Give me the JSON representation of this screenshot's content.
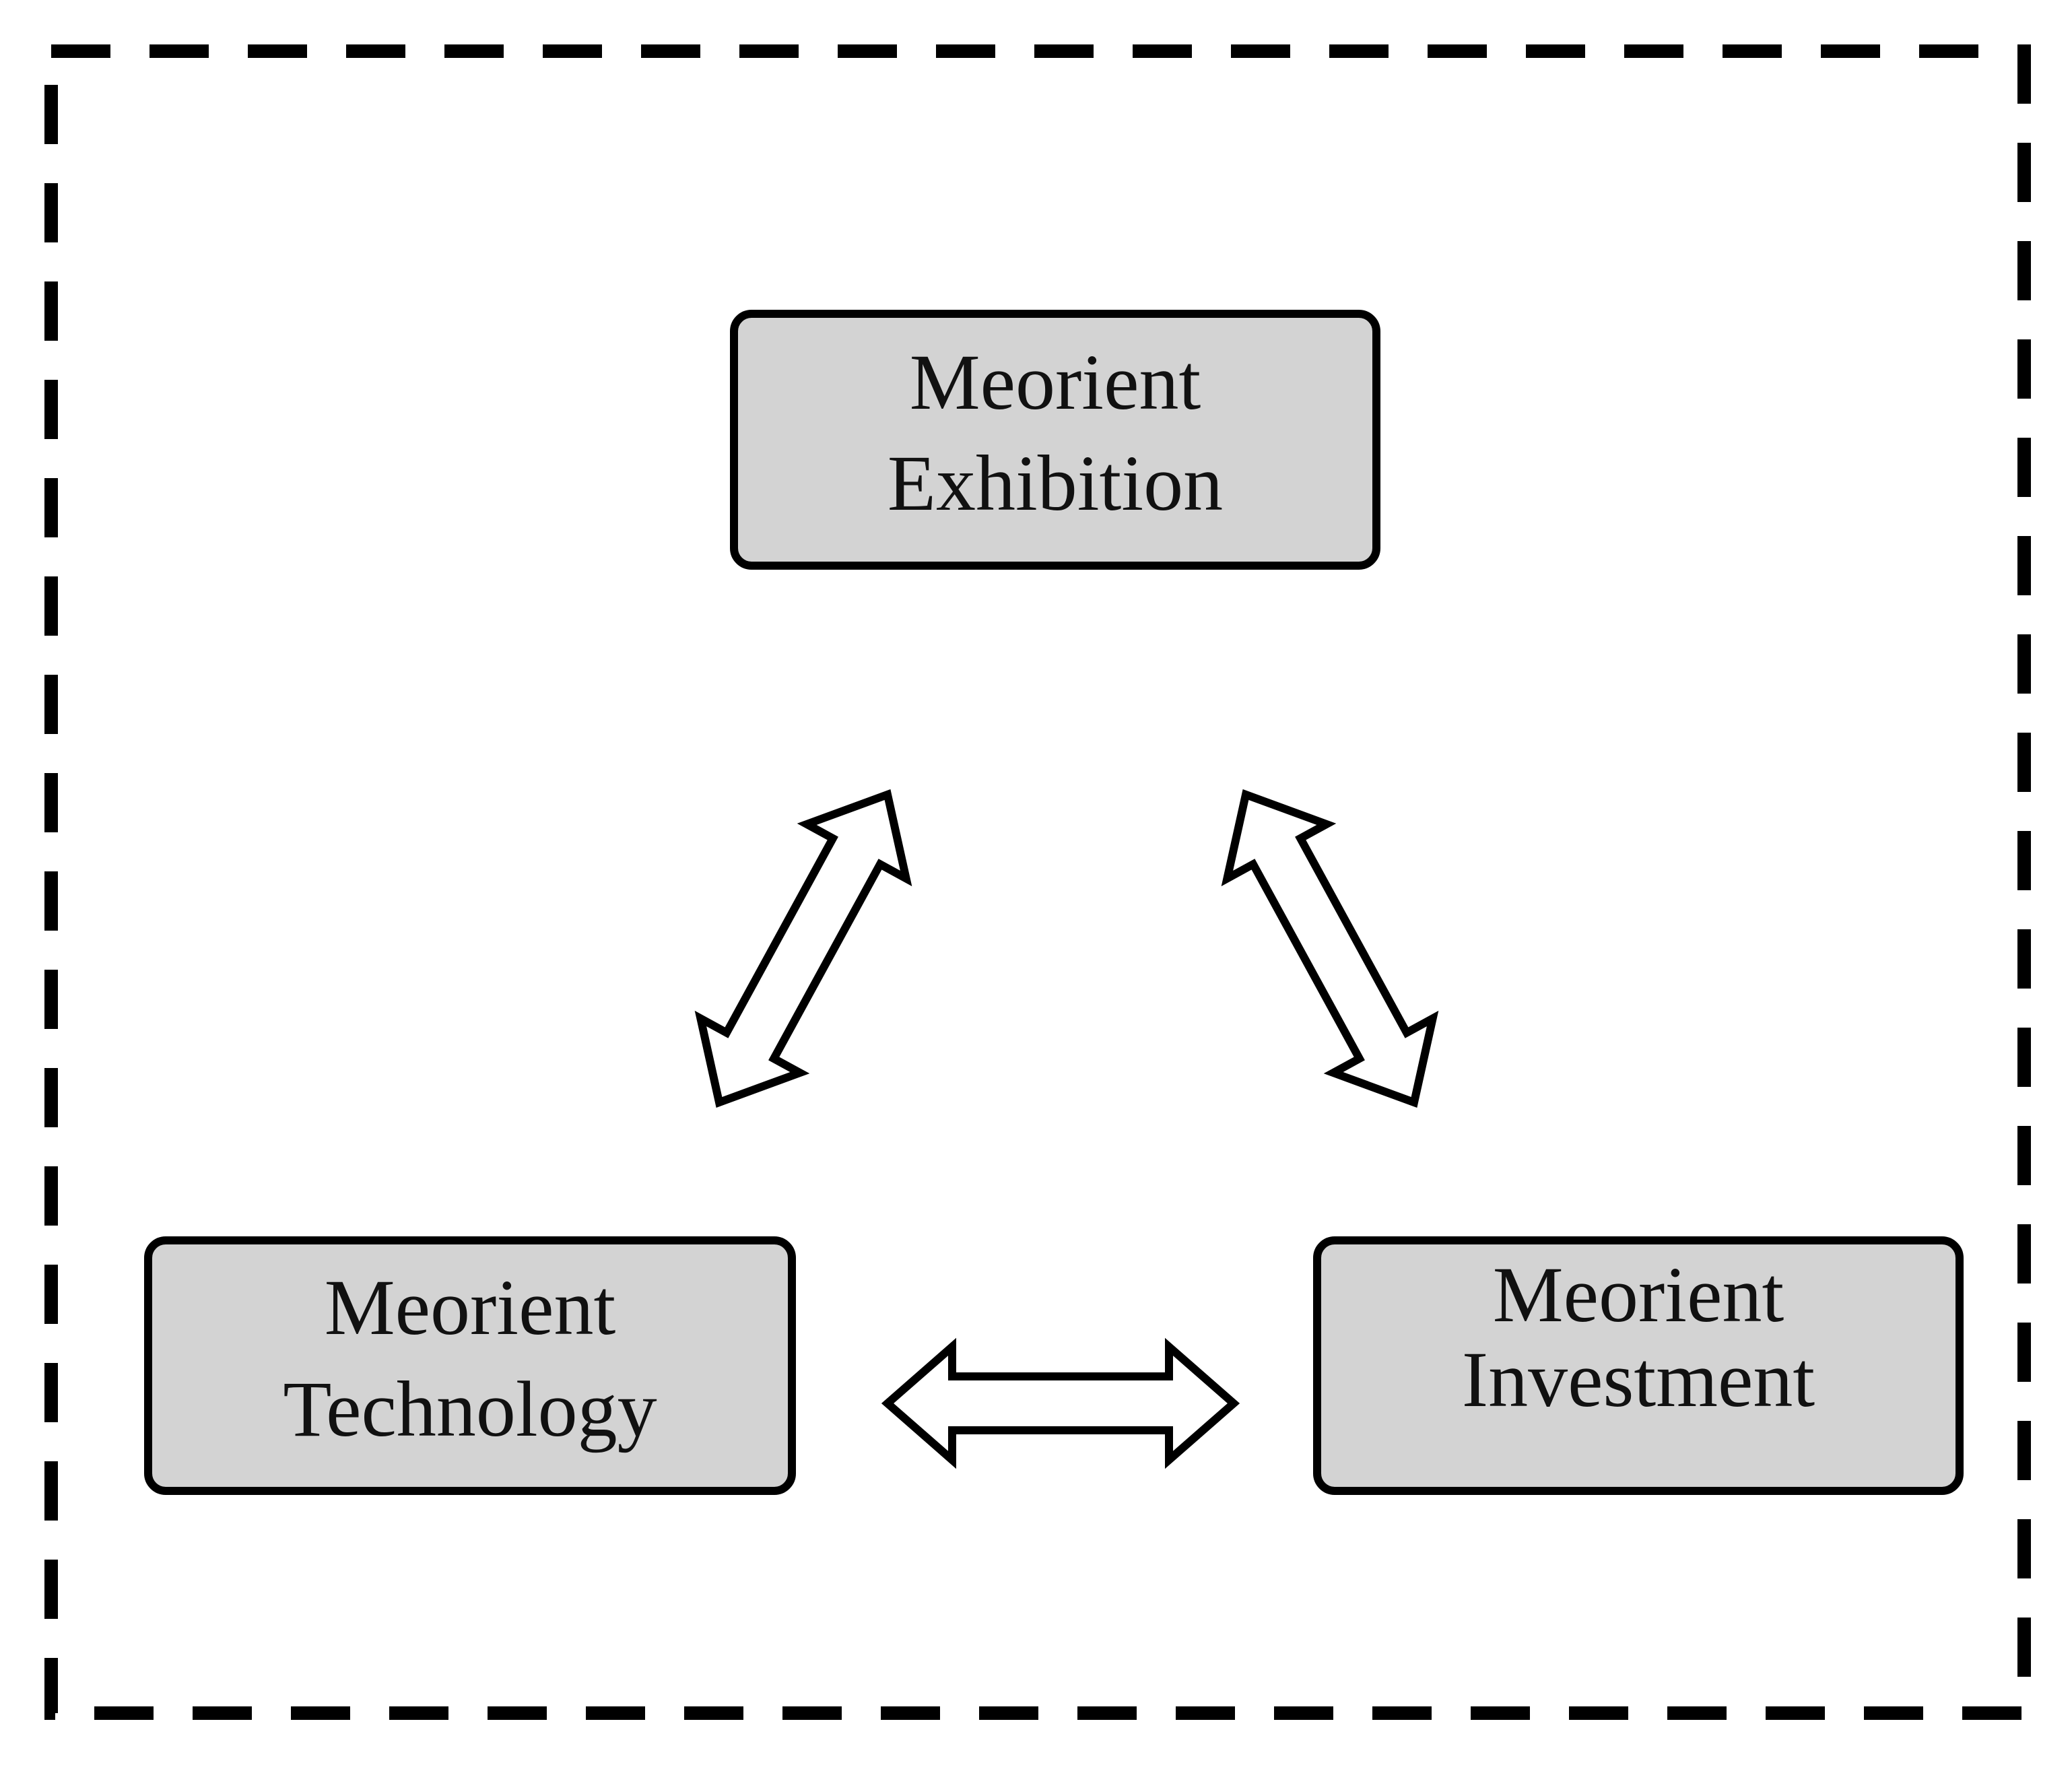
{
  "colors": {
    "box_fill": "#d3d3d3",
    "stroke": "#000000",
    "text": "#111111",
    "background": "#ffffff"
  },
  "nodes": {
    "exhibition": {
      "line1": "Meorient",
      "line2": "Exhibition"
    },
    "technology": {
      "line1": "Meorient",
      "line2": "Technology"
    },
    "investment": {
      "line1": "Meorient",
      "line2": "Investment"
    }
  },
  "connections": [
    {
      "from": "exhibition",
      "to": "technology",
      "direction": "bidirectional"
    },
    {
      "from": "exhibition",
      "to": "investment",
      "direction": "bidirectional"
    },
    {
      "from": "technology",
      "to": "investment",
      "direction": "bidirectional"
    }
  ]
}
